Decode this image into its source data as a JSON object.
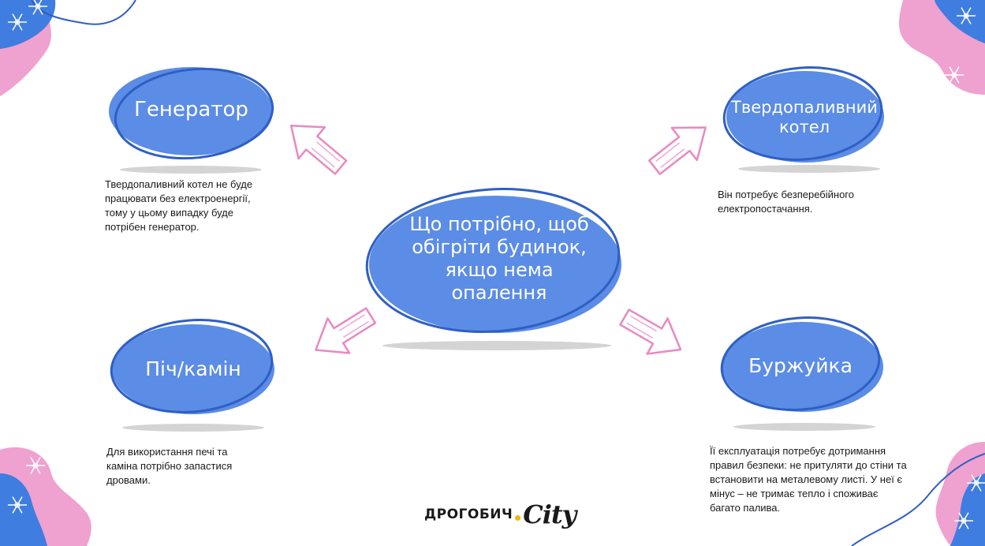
{
  "colors": {
    "bubble": "#5b8ce6",
    "outline": "#2f5fc4",
    "arrow": "#f2a7d3",
    "decor_pink": "#efa1cf",
    "decor_blue": "#3f7de0",
    "shadow": "#d9d9d9"
  },
  "center": {
    "text": "Що потрібно, щоб обігріти будинок, якщо нема опалення"
  },
  "nodes": {
    "generator": {
      "title": "Генератор",
      "description": "Твердопаливний котел не буде працювати без електроенергії, тому у цьому випадку буде потрібен генератор."
    },
    "boiler": {
      "title": "Твердопаливний котел",
      "description": "Він потребує безперебійного електропостачання."
    },
    "stove": {
      "title": "Піч/камін",
      "description": "Для використання печі та каміна потрібно запастися дровами."
    },
    "burzhuika": {
      "title": "Буржуйка",
      "description": "Її експлуатація потребує дотримання правил безпеки: не притуляти до стіни та встановити на металевому листі. У неї є мінус – не тримає тепло і споживає багато палива."
    }
  },
  "logo": {
    "word": "ДРОГОБИЧ",
    "city": "City"
  }
}
